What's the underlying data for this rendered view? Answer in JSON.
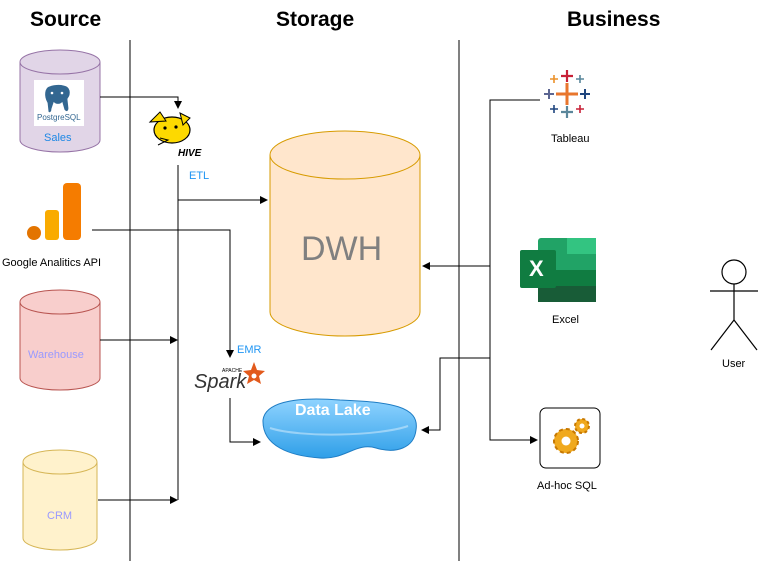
{
  "headers": {
    "source": "Source",
    "storage": "Storage",
    "business": "Business"
  },
  "sources": {
    "sales": {
      "label": "Sales",
      "logo_text": "PostgreSQL"
    },
    "ga": {
      "label": "Google Analitics API"
    },
    "warehouse": {
      "label": "Warehouse"
    },
    "crm": {
      "label": "CRM"
    }
  },
  "processing": {
    "hive": {
      "logo_text": "HIVE",
      "label": "ETL"
    },
    "spark": {
      "logo_small": "APACHE",
      "logo_text": "Spark",
      "label": "EMR"
    }
  },
  "storage": {
    "dwh": {
      "label": "DWH"
    },
    "lake": {
      "label": "Data Lake"
    }
  },
  "business": {
    "tableau": {
      "label": "Tableau"
    },
    "excel": {
      "label": "Excel",
      "logo_text": "X"
    },
    "adhoc": {
      "label": "Ad-hoc SQL"
    },
    "user": {
      "label": "User"
    }
  },
  "colors": {
    "sales_cyl": "#e1d5e7",
    "sales_stroke": "#9673a6",
    "sales_text": "#1e88e5",
    "warehouse_cyl": "#f8cecc",
    "warehouse_stroke": "#b85450",
    "warehouse_text": "#9999ff",
    "crm_cyl": "#fff2cc",
    "crm_stroke": "#d6b656",
    "crm_text": "#9999ff",
    "dwh_fill": "#ffe6cc",
    "dwh_stroke": "#d79b00",
    "dwh_text": "#808080",
    "lake_fill": "#4fb6f5",
    "label_blue": "#2196f3",
    "excel_green": "#217346",
    "hive_yellow": "#fdd900"
  }
}
